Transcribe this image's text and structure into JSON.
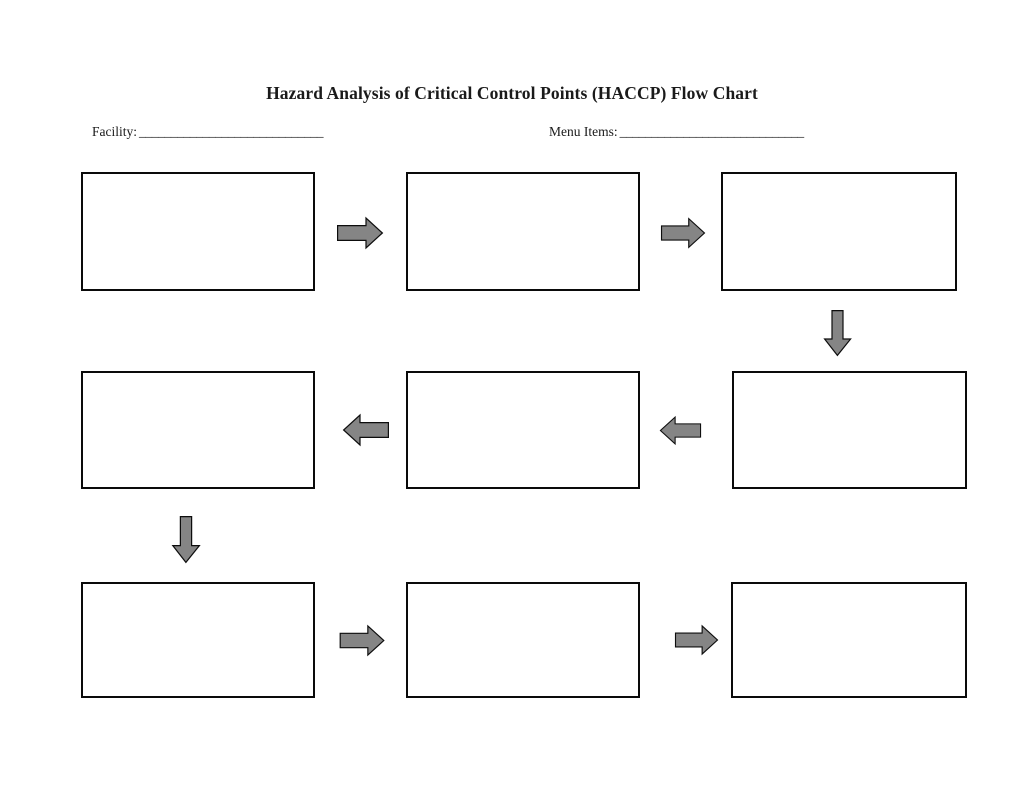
{
  "document": {
    "title": "Hazard Analysis of Critical Control Points (HACCP) Flow Chart",
    "fields": [
      {
        "key": "facility",
        "label": "Facility:",
        "blank": "_____________________________",
        "value": ""
      },
      {
        "key": "menu_items",
        "label": "Menu Items:",
        "blank": "_____________________________",
        "value": ""
      }
    ],
    "colors": {
      "box_border": "#0a0a0a",
      "box_fill": "#ffffff",
      "arrow_fill": "#858585",
      "arrow_outline": "#0d0d0d",
      "page_background": "#ffffff",
      "text": "#1a1a1a"
    },
    "boxes": [
      {
        "id": "step-1",
        "row": 1,
        "column": 1,
        "text": ""
      },
      {
        "id": "step-2",
        "row": 1,
        "column": 2,
        "text": ""
      },
      {
        "id": "step-3",
        "row": 1,
        "column": 3,
        "text": ""
      },
      {
        "id": "step-4",
        "row": 2,
        "column": 3,
        "text": ""
      },
      {
        "id": "step-5",
        "row": 2,
        "column": 2,
        "text": ""
      },
      {
        "id": "step-6",
        "row": 2,
        "column": 1,
        "text": ""
      },
      {
        "id": "step-7",
        "row": 3,
        "column": 1,
        "text": ""
      },
      {
        "id": "step-8",
        "row": 3,
        "column": 2,
        "text": ""
      },
      {
        "id": "step-9",
        "row": 3,
        "column": 3,
        "text": ""
      }
    ],
    "arrows": [
      {
        "id": "arrow-1",
        "direction": "right",
        "from": "step-1",
        "to": "step-2"
      },
      {
        "id": "arrow-2",
        "direction": "right",
        "from": "step-2",
        "to": "step-3"
      },
      {
        "id": "arrow-3",
        "direction": "down",
        "from": "step-3",
        "to": "step-4"
      },
      {
        "id": "arrow-4",
        "direction": "left",
        "from": "step-4",
        "to": "step-5"
      },
      {
        "id": "arrow-5",
        "direction": "left",
        "from": "step-5",
        "to": "step-6"
      },
      {
        "id": "arrow-6",
        "direction": "down",
        "from": "step-6",
        "to": "step-7"
      },
      {
        "id": "arrow-7",
        "direction": "right",
        "from": "step-7",
        "to": "step-8"
      },
      {
        "id": "arrow-8",
        "direction": "right",
        "from": "step-8",
        "to": "step-9"
      }
    ]
  }
}
